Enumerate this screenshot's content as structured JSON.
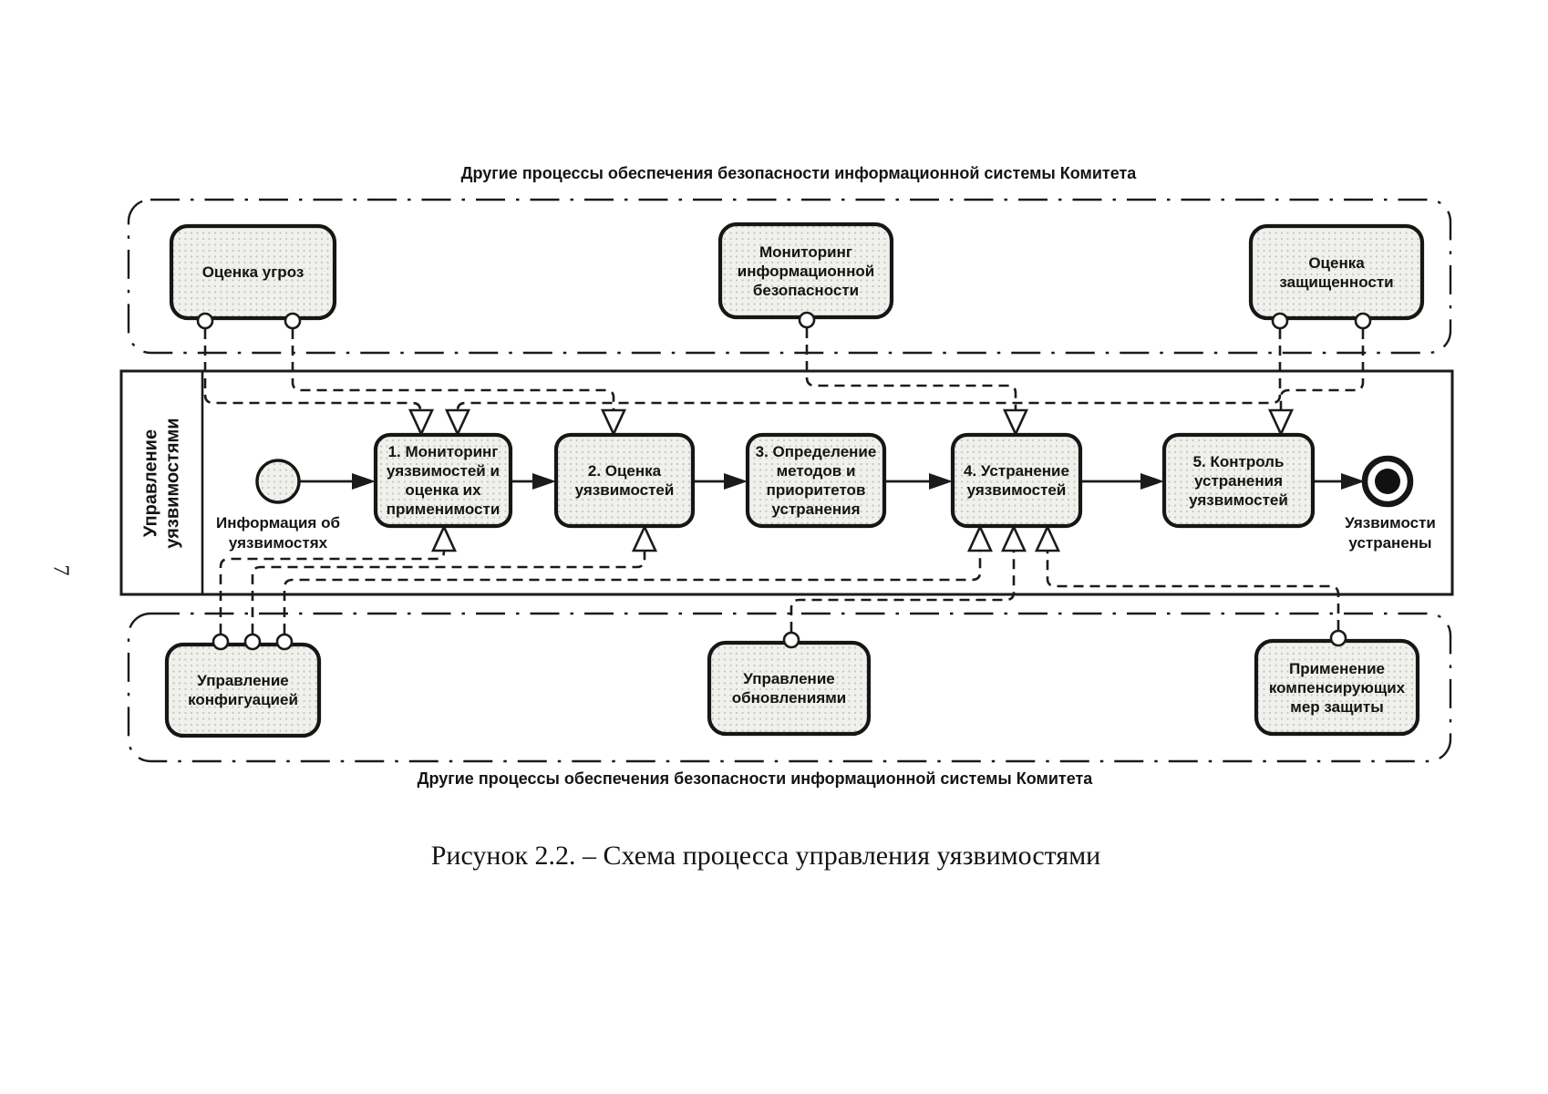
{
  "page": {
    "page_number": "7",
    "caption": "Рисунок 2.2. – Схема процесса управления уязвимостями"
  },
  "diagram": {
    "top_lane_label": "Другие процессы обеспечения безопасности информационной системы Комитета",
    "bottom_lane_label": "Другие процессы обеспечения безопасности информационной системы Комитета",
    "pool_label": "Управление\nуязвимостями",
    "start_event_label": "Информация об\nуязвимостях",
    "end_event_label": "Уязвимости\nустранены",
    "external_top": [
      {
        "label": "Оценка угроз"
      },
      {
        "label": "Мониторинг\nинформационной\nбезопасности"
      },
      {
        "label": "Оценка\nзащищенности"
      }
    ],
    "process_steps": [
      {
        "label": "1. Мониторинг\nуязвимостей и\nоценка их\nприменимости"
      },
      {
        "label": "2. Оценка\nуязвимостей"
      },
      {
        "label": "3. Определение\nметодов и\nприоритетов\nустранения"
      },
      {
        "label": "4. Устранение\nуязвимостей"
      },
      {
        "label": "5. Контроль\nустранения\nуязвимостей"
      }
    ],
    "external_bottom": [
      {
        "label": "Управление\nконфигуацией"
      },
      {
        "label": "Управление\nобновлениями"
      },
      {
        "label": "Применение\nкомпенсирующих\nмер защиты"
      }
    ]
  }
}
